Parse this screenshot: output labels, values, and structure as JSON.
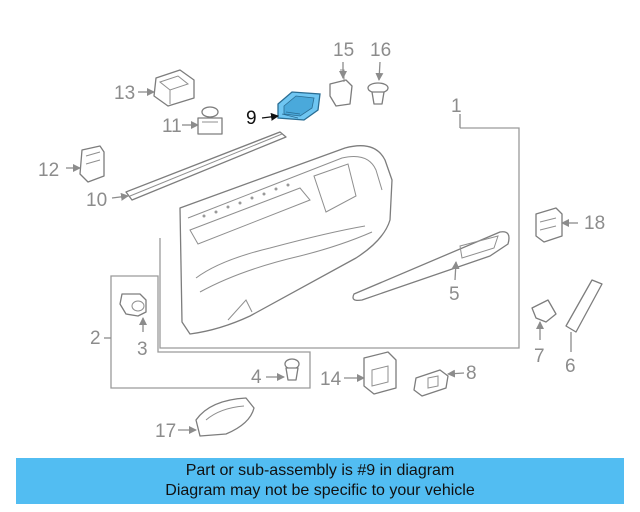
{
  "callouts": {
    "c1": "1",
    "c2": "2",
    "c3": "3",
    "c4": "4",
    "c5": "5",
    "c6": "6",
    "c7": "7",
    "c8": "8",
    "c9": "9",
    "c10": "10",
    "c11": "11",
    "c12": "12",
    "c13": "13",
    "c14": "14",
    "c15": "15",
    "c16": "16",
    "c17": "17",
    "c18": "18"
  },
  "highlight": {
    "part": "9",
    "color": "#6fc6f2"
  },
  "banner": {
    "line1": "Part or sub-assembly is #9 in diagram",
    "line2": "Diagram may not be specific to your vehicle",
    "background": "#52bdf2"
  }
}
